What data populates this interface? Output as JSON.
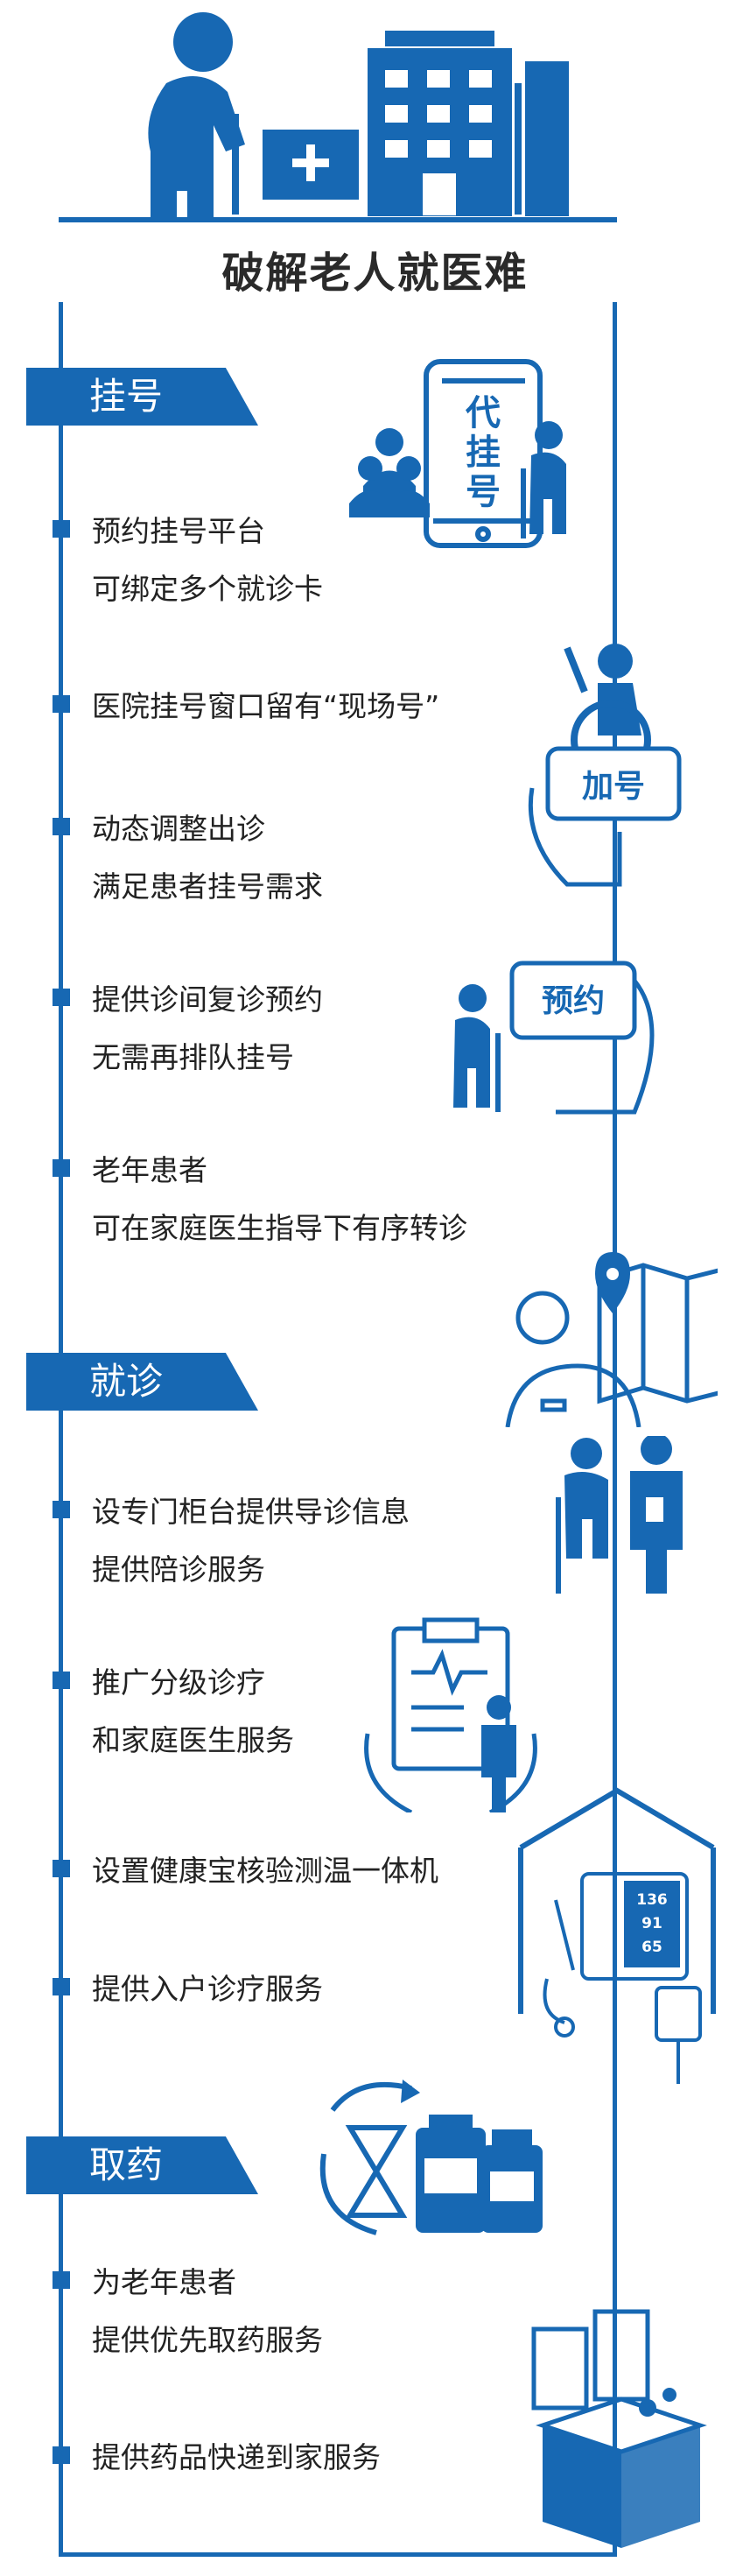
{
  "title": "破解老人就医难",
  "colors": {
    "accent": "#1768b3"
  },
  "sections": [
    {
      "label": "挂号"
    },
    {
      "label": "就诊"
    },
    {
      "label": "取药"
    }
  ],
  "illustrations": {
    "phone_text": [
      "代",
      "挂",
      "号"
    ],
    "add_number_text": "加号",
    "appointment_text": "预约",
    "monitor_values": [
      "136",
      "91",
      "65"
    ]
  },
  "items": [
    {
      "lines": [
        "预约挂号平台",
        "可绑定多个就诊卡"
      ]
    },
    {
      "lines": [
        "医院挂号窗口留有“现场号”"
      ]
    },
    {
      "lines": [
        "动态调整出诊",
        "满足患者挂号需求"
      ]
    },
    {
      "lines": [
        "提供诊间复诊预约",
        "无需再排队挂号"
      ]
    },
    {
      "lines": [
        "老年患者",
        "可在家庭医生指导下有序转诊"
      ]
    },
    {
      "lines": [
        "设专门柜台提供导诊信息",
        "提供陪诊服务"
      ]
    },
    {
      "lines": [
        "推广分级诊疗",
        "和家庭医生服务"
      ]
    },
    {
      "lines": [
        "设置健康宝核验测温一体机"
      ]
    },
    {
      "lines": [
        "提供入户诊疗服务"
      ]
    },
    {
      "lines": [
        "为老年患者",
        "提供优先取药服务"
      ]
    },
    {
      "lines": [
        "提供药品快递到家服务"
      ]
    }
  ]
}
